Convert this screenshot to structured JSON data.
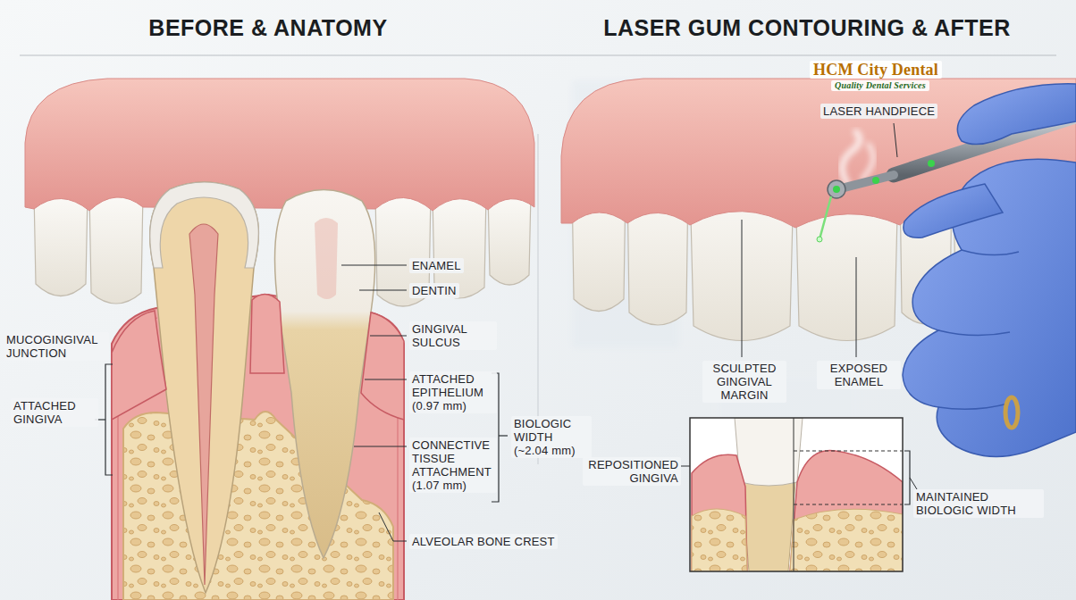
{
  "diagram": {
    "labels": [
      "BEFORE & ANATOMY",
      "LASER GUM CONTOURING & AFTER",
      "HCM City Dental",
      "Quality Dental Services",
      "ENAMEL",
      "DENTIN",
      "GINGIVAL SULCUS",
      "ATTACHED EPITHELIUM (0.97 mm)",
      "CONNECTIVE TISSUE ATTACHMENT (1.07 mm)",
      "ALVEOLAR BONE CREST",
      "BIOLOGIC WIDTH (~2.04 mm)",
      "MUCOGINGIVAL JUNCTION",
      "ATTACHED GINGIVA",
      "LASER HANDPIECE",
      "SCULPTED GINGIVAL MARGIN",
      "EXPOSED ENAMEL",
      "REPOSITIONED GINGIVA",
      "MAINTAINED BIOLOGIC WIDTH"
    ]
  }
}
